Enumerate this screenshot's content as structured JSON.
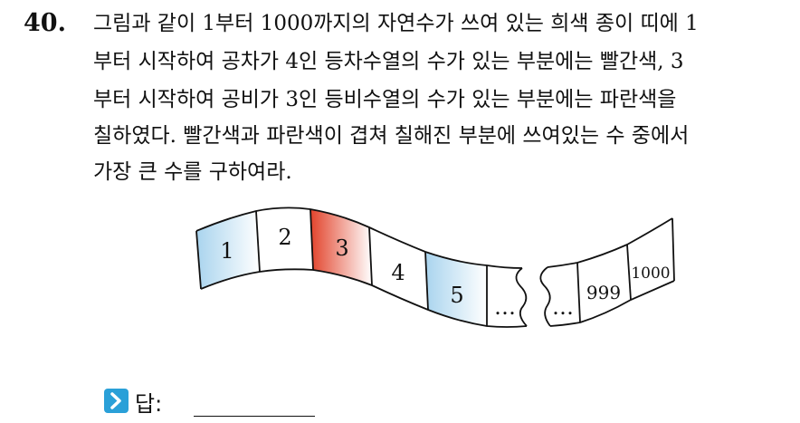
{
  "question": {
    "number": "40.",
    "lines": [
      "그림과 같이 1부터 1000까지의 자연수가 쓰여 있는 희색 종이 띠에 1",
      "부터 시작하여 공차가 4인 등차수열의 수가 있는 부분에는 빨간색, 3",
      "부터 시작하여 공비가 3인 등비수열의 수가 있는 부분에는 파란색을",
      "칠하였다. 빨간색과 파란색이 겹쳐 칠해진 부분에 쓰여있는 수 중에서",
      "가장 큰 수를 구하여라."
    ]
  },
  "tape": {
    "cells": [
      "1",
      "2",
      "3",
      "4",
      "5",
      "999",
      "1000"
    ],
    "ellipsis": "…",
    "colors": {
      "blue": "#a9d4ee",
      "red": "#e2432b",
      "outline": "#111111"
    }
  },
  "answer": {
    "label": "답:",
    "icon": "arrow-right-icon",
    "icon_color": "#2aa0d8"
  }
}
